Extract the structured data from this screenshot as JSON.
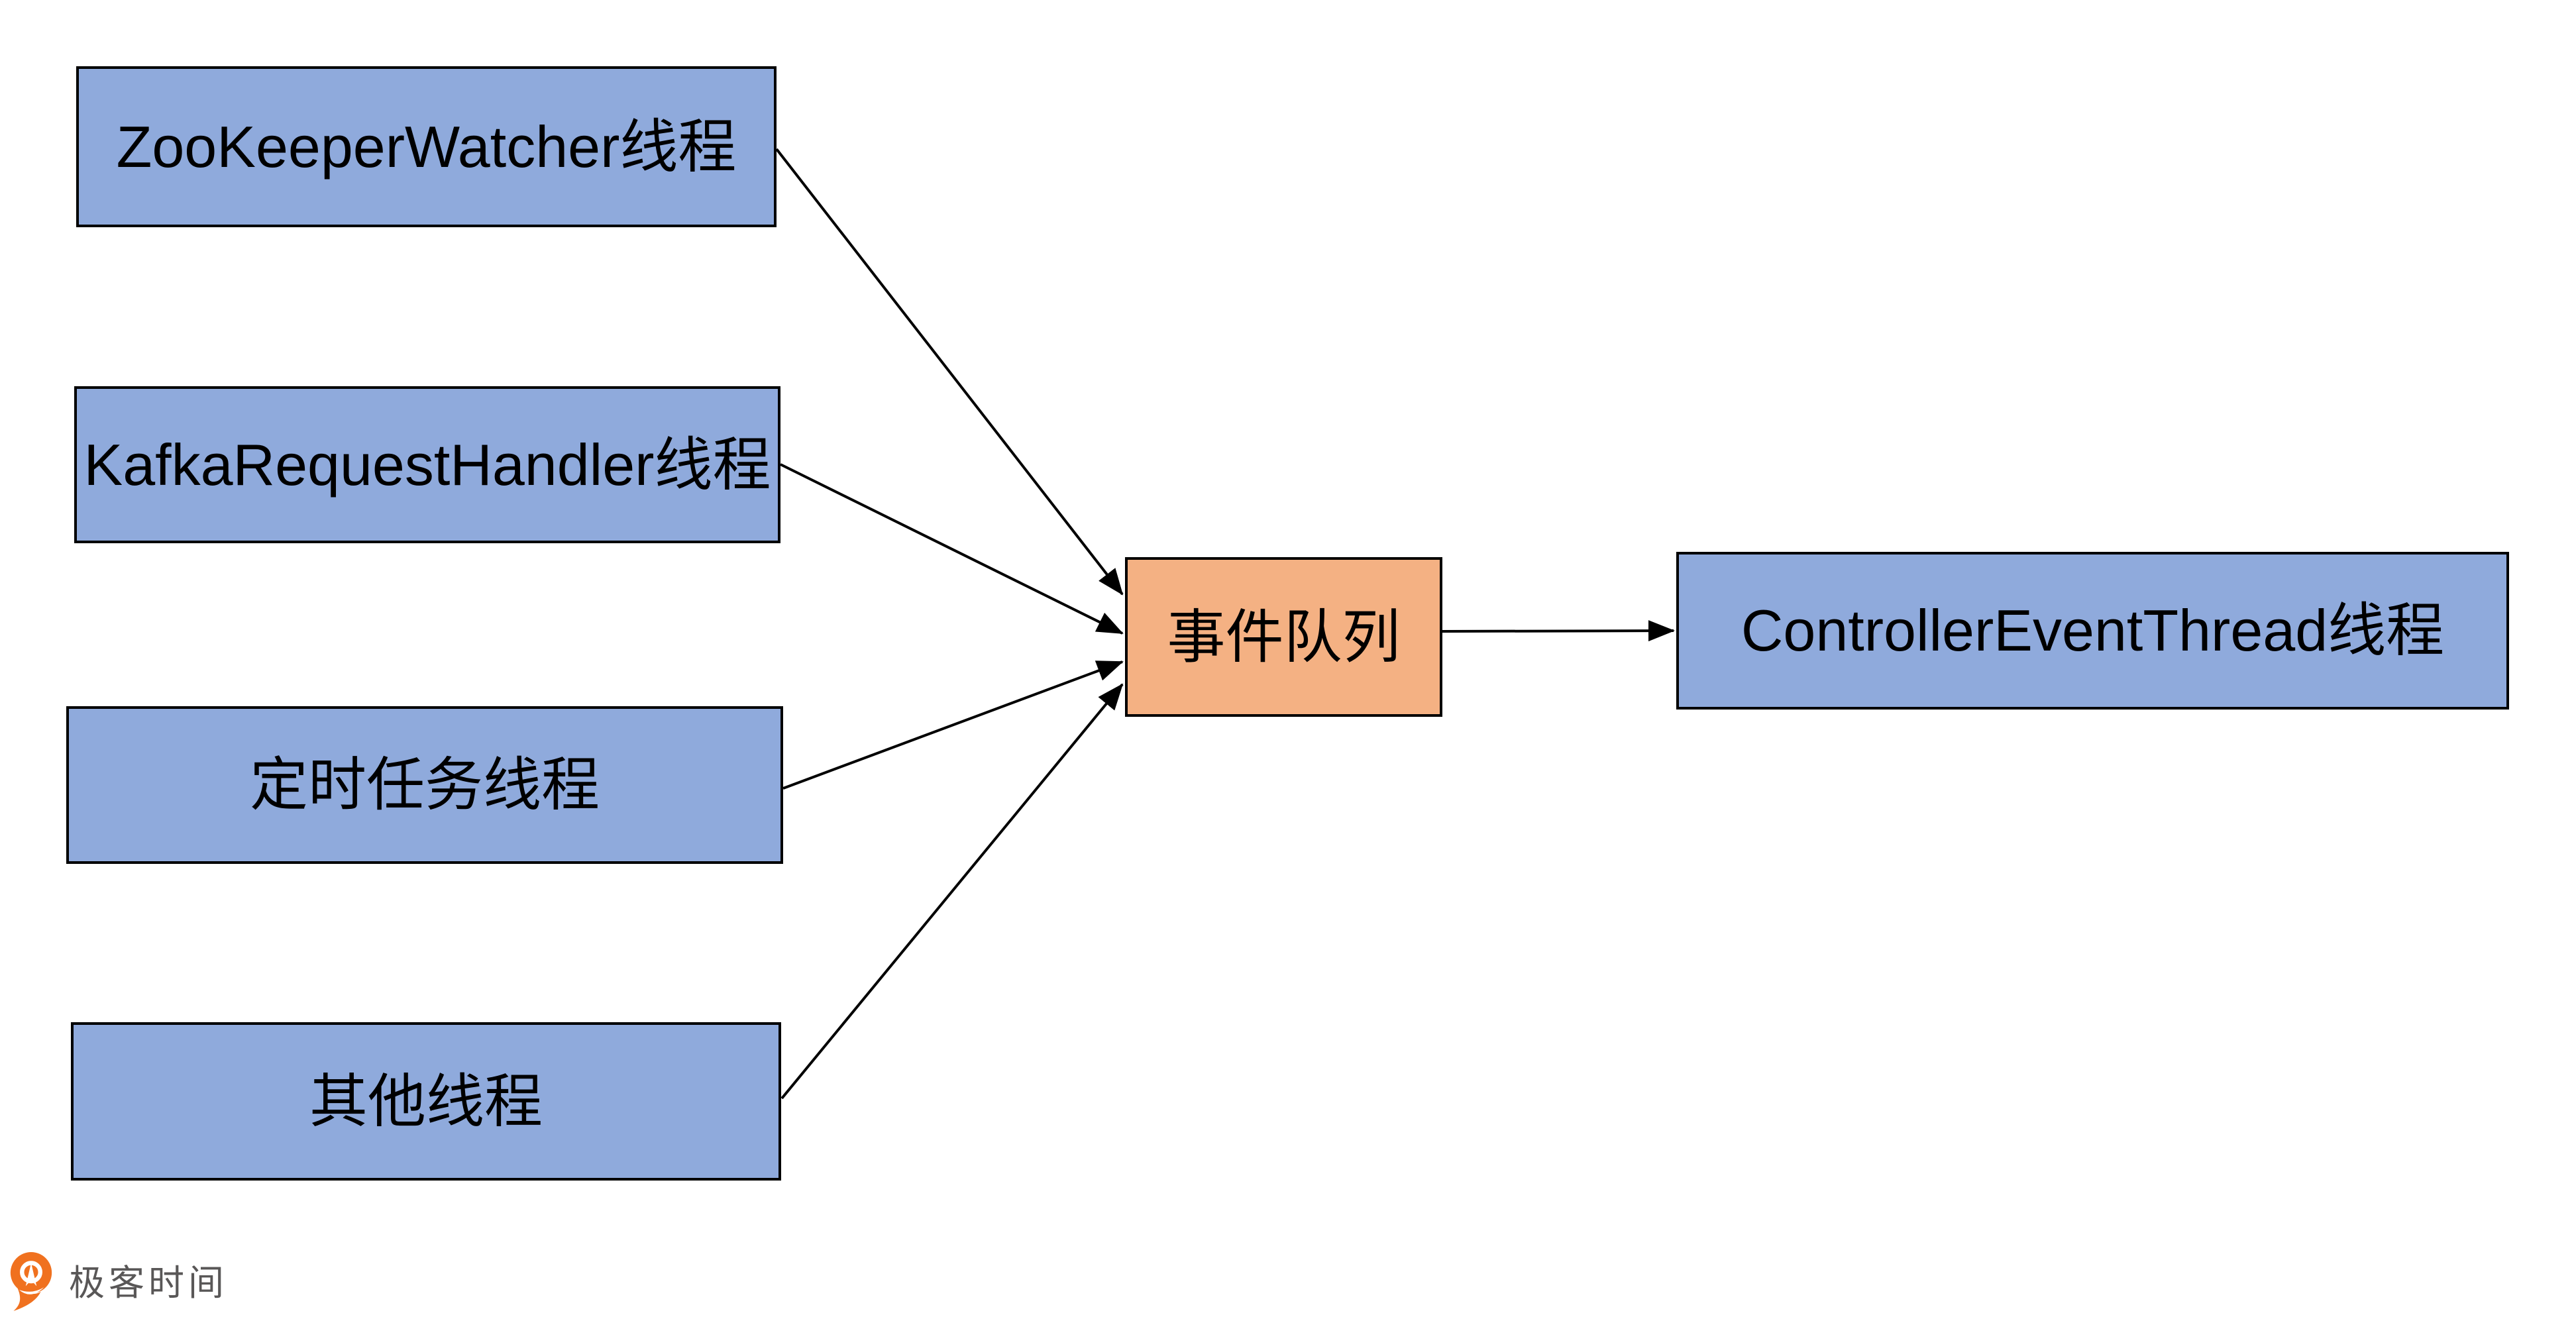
{
  "diagram": {
    "nodes": {
      "sources": [
        {
          "id": "zookeeper-watcher-thread",
          "label": "ZooKeeperWatcher线程"
        },
        {
          "id": "kafka-request-handler-thread",
          "label": "KafkaRequestHandler线程"
        },
        {
          "id": "timer-task-thread",
          "label": "定时任务线程"
        },
        {
          "id": "other-threads",
          "label": "其他线程"
        }
      ],
      "queue": {
        "id": "event-queue",
        "label": "事件队列"
      },
      "consumer": {
        "id": "controller-event-thread",
        "label": "ControllerEventThread线程"
      }
    },
    "edges": [
      {
        "from": "ZooKeeperWatcher线程",
        "to": "事件队列"
      },
      {
        "from": "KafkaRequestHandler线程",
        "to": "事件队列"
      },
      {
        "from": "定时任务线程",
        "to": "事件队列"
      },
      {
        "from": "其他线程",
        "to": "事件队列"
      },
      {
        "from": "事件队列",
        "to": "ControllerEventThread线程"
      }
    ],
    "colors": {
      "source_fill": "#8FAADC",
      "queue_fill": "#F4B183",
      "node_border": "#000000",
      "arrow": "#000000",
      "background": "#FFFFFF"
    }
  },
  "footer": {
    "brand_name": "极客时间",
    "brand_color": "#F0711F",
    "text_color": "#595757"
  }
}
